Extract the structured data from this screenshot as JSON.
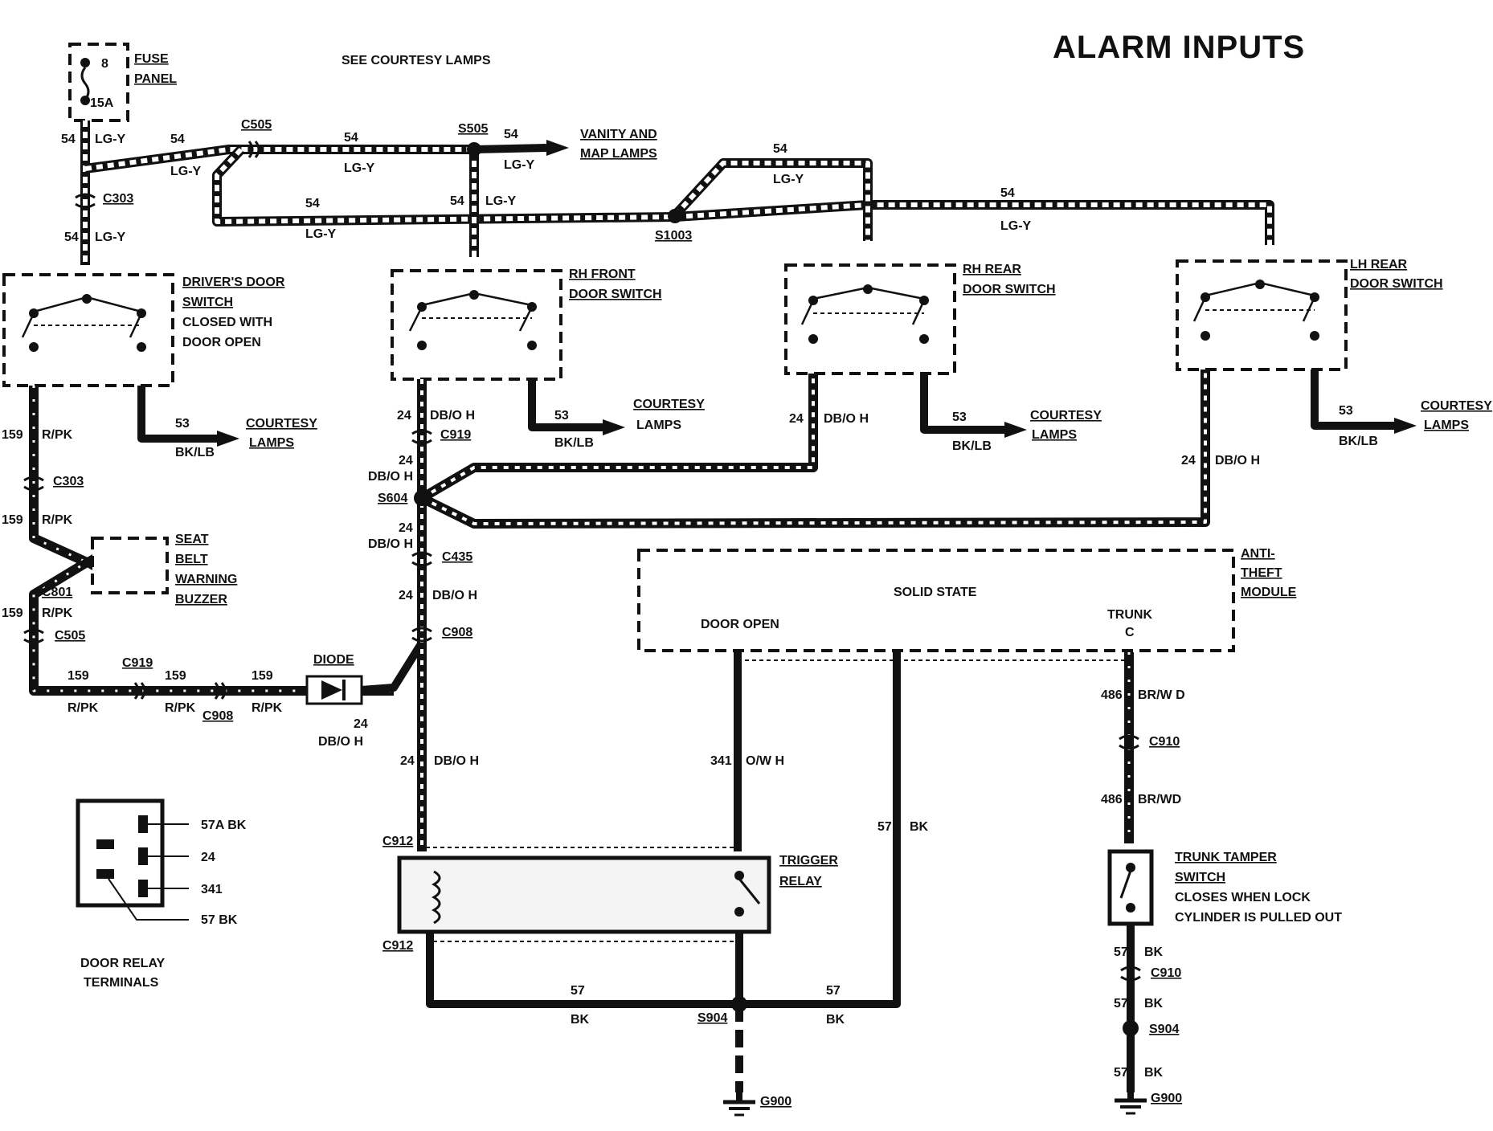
{
  "title": "ALARM INPUTS",
  "notes": {
    "see_courtesy": "SEE COURTESY LAMPS"
  },
  "fuse": {
    "number": "8",
    "rating": "15A",
    "label_line1": "FUSE",
    "label_line2": "PANEL"
  },
  "wires": {
    "w54": "54",
    "lgy": "LG-Y",
    "w53": "53",
    "bklb": "BK/LB",
    "w159": "159",
    "rpk": "R/PK",
    "w24": "24",
    "dboh": "DB/O H",
    "w341": "341",
    "owh": "O/W H",
    "w57": "57",
    "bk": "BK",
    "w486": "486",
    "brwd1": "BR/W D",
    "brwd2": "BR/WD"
  },
  "connectors": {
    "c303": "C303",
    "c505": "C505",
    "s505": "S505",
    "s1003": "S1003",
    "c919": "C919",
    "s604": "S604",
    "c435": "C435",
    "c908": "C908",
    "c801": "C801",
    "c912": "C912",
    "s904": "S904",
    "g900": "G900",
    "c910": "C910"
  },
  "components": {
    "vanity_1": "VANITY AND",
    "vanity_2": "MAP LAMPS",
    "drv_1": "DRIVER'S DOOR",
    "drv_2": "SWITCH",
    "drv_3": "CLOSED WITH",
    "drv_4": "DOOR OPEN",
    "rhf_1": "RH FRONT",
    "rhf_2": "DOOR SWITCH",
    "rhr_1": "RH REAR",
    "rhr_2": "DOOR SWITCH",
    "lhr_1": "LH REAR",
    "lhr_2": "DOOR SWITCH",
    "court_1": "COURTESY",
    "court_2": "LAMPS",
    "seat_1": "SEAT",
    "seat_2": "BELT",
    "seat_3": "WARNING",
    "seat_4": "BUZZER",
    "diode": "DIODE",
    "atm_1": "ANTI-",
    "atm_2": "THEFT",
    "atm_3": "MODULE",
    "solid_state": "SOLID STATE",
    "door_open": "DOOR OPEN",
    "trunk": "TRUNK",
    "trunk_pin": "C",
    "trig_1": "TRIGGER",
    "trig_2": "RELAY",
    "tamper_1": "TRUNK TAMPER",
    "tamper_2": "SWITCH",
    "tamper_3": "CLOSES WHEN LOCK",
    "tamper_4": "CYLINDER IS PULLED OUT"
  },
  "relay_terminals": {
    "t1": "57A BK",
    "t2": "24",
    "t3": "341",
    "t4": "57 BK",
    "caption_1": "DOOR RELAY",
    "caption_2": "TERMINALS"
  }
}
